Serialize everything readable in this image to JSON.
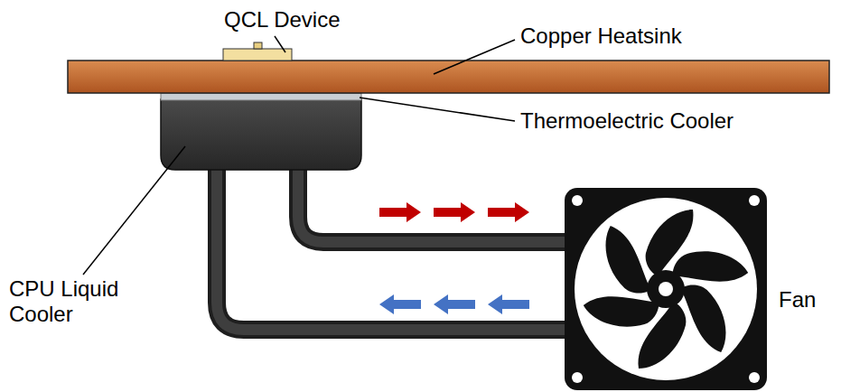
{
  "diagram": {
    "labels": [
      "QCL Device",
      "Copper Heatsink",
      "Thermoelectric Cooler",
      "CPU Liquid Cooler",
      "Fan"
    ]
  }
}
